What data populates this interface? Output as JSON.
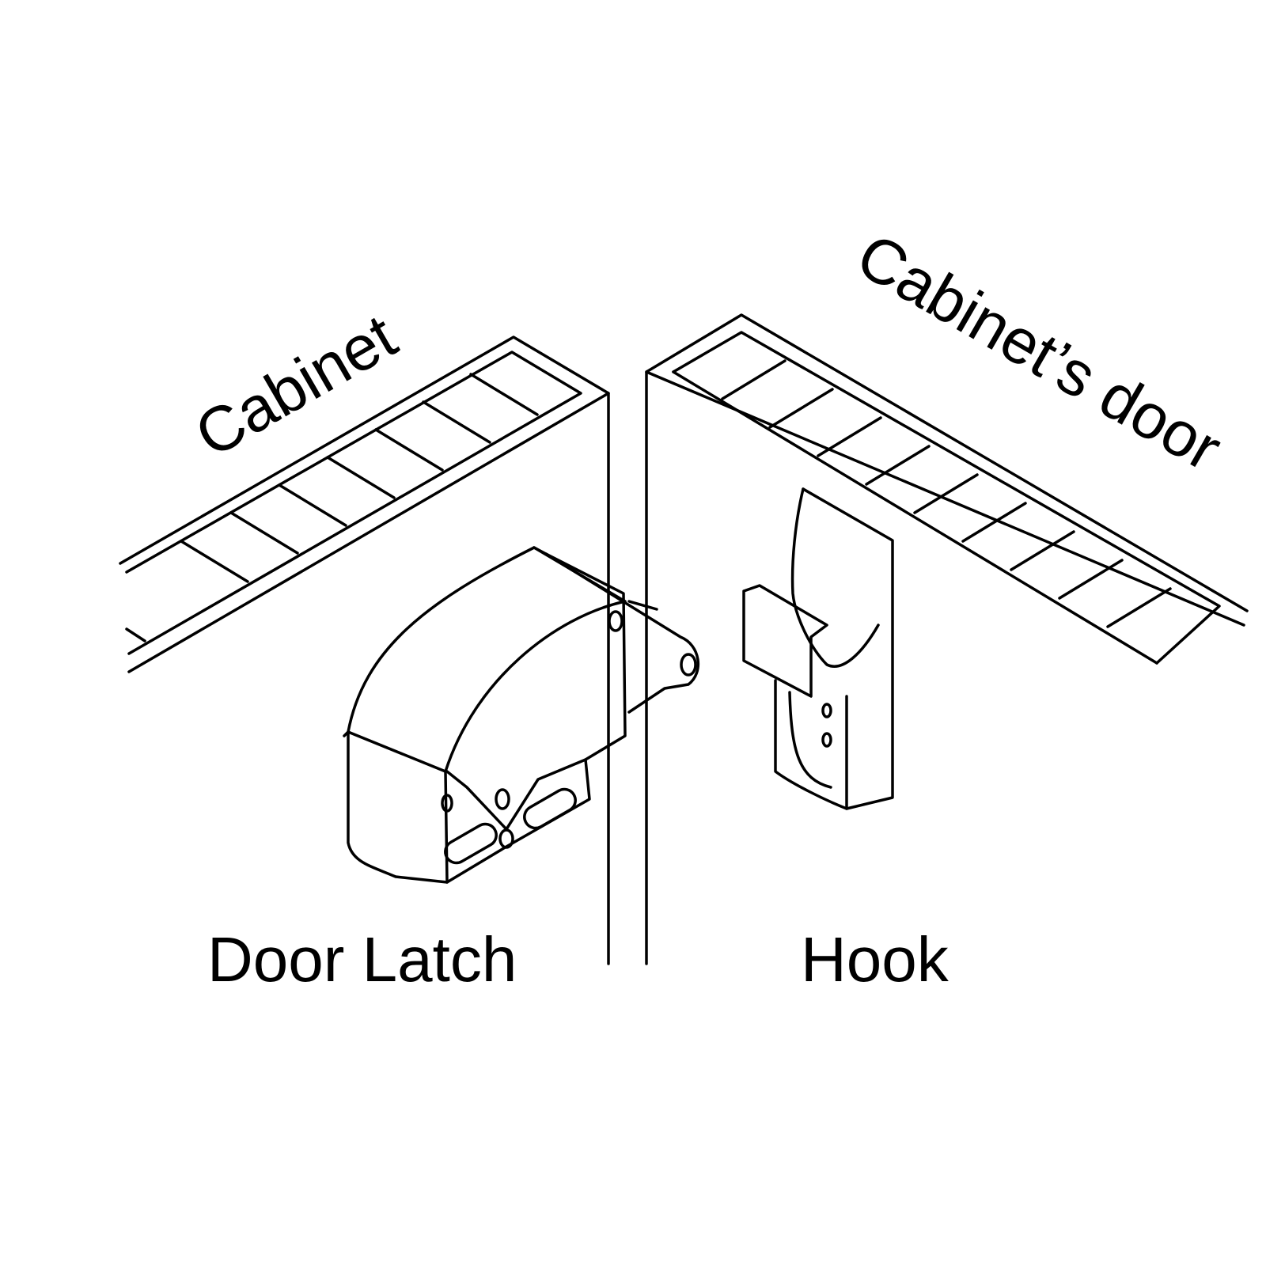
{
  "labels": {
    "cabinet": "Cabinet",
    "cabinet_door": "Cabinet’s door",
    "door_latch": "Door Latch",
    "hook": "Hook"
  },
  "colors": {
    "line": "#000000",
    "background": "#ffffff"
  }
}
